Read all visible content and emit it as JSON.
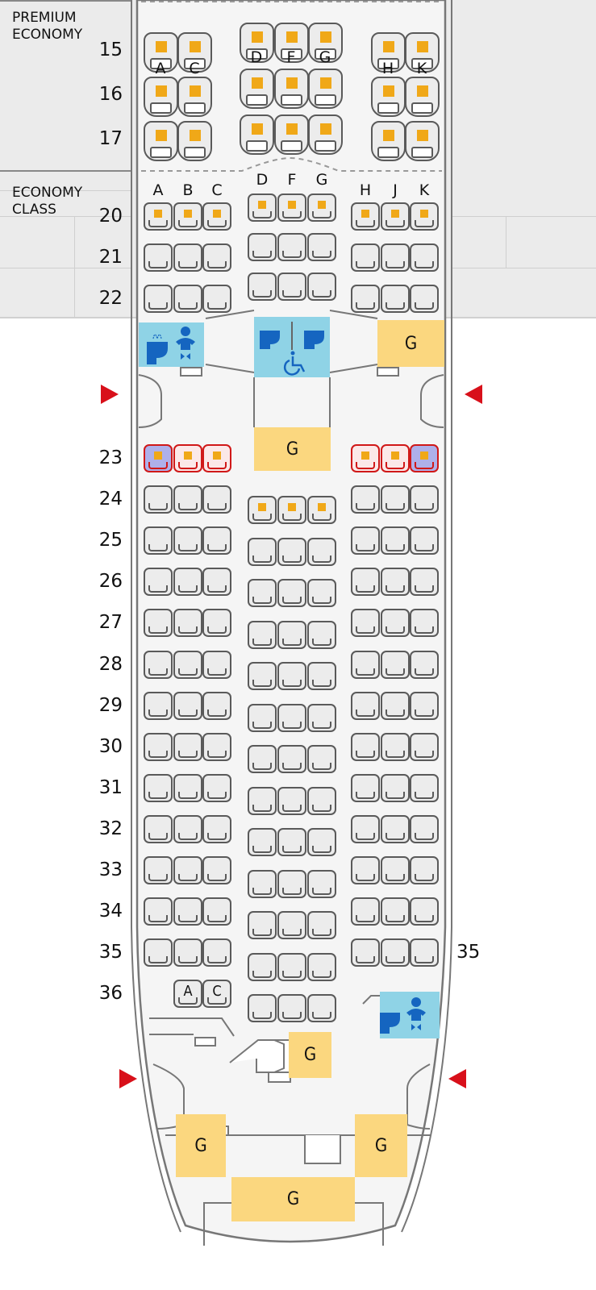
{
  "cabins": {
    "premium": {
      "label_line1": "PREMIUM",
      "label_line2": "ECONOMY"
    },
    "economy": {
      "label_line1": "ECONOMY",
      "label_line2": "CLASS"
    }
  },
  "premium_rows": [
    {
      "row": "15",
      "left": [
        "a",
        "a"
      ],
      "middle": [
        "a",
        "a",
        "a"
      ],
      "right": [
        "a",
        "a"
      ]
    },
    {
      "row": "16",
      "left": [
        "a",
        "a"
      ],
      "middle": [
        "a",
        "a",
        "a"
      ],
      "right": [
        "a",
        "a"
      ]
    },
    {
      "row": "17",
      "left": [
        "a",
        "a"
      ],
      "middle": [
        "a",
        "a",
        "a"
      ],
      "right": [
        "a",
        "a"
      ]
    }
  ],
  "premium_letters": {
    "left": [
      "A",
      "C"
    ],
    "middle": [
      "D",
      "F",
      "G"
    ],
    "right": [
      "H",
      "K"
    ]
  },
  "economy_letters": {
    "left": [
      "A",
      "B",
      "C"
    ],
    "middle": [
      "D",
      "F",
      "G"
    ],
    "right": [
      "H",
      "J",
      "K"
    ]
  },
  "economy_rows": [
    {
      "row": "20",
      "left": [
        "a",
        "a",
        "a"
      ],
      "right": [
        "a",
        "a",
        "a"
      ]
    },
    {
      "row": "21",
      "left": [
        "n",
        "n",
        "n"
      ],
      "right": [
        "n",
        "n",
        "n"
      ]
    },
    {
      "row": "22",
      "left": [
        "n",
        "n",
        "n"
      ],
      "right": [
        "n",
        "n",
        "n"
      ]
    },
    {
      "row": "23",
      "left": [
        "xb",
        "x",
        "x"
      ],
      "right": [
        "x",
        "x",
        "xb"
      ]
    },
    {
      "row": "24",
      "left": [
        "n",
        "n",
        "n"
      ],
      "right": [
        "n",
        "n",
        "n"
      ]
    },
    {
      "row": "25",
      "left": [
        "n",
        "n",
        "n"
      ],
      "right": [
        "n",
        "n",
        "n"
      ]
    },
    {
      "row": "26",
      "left": [
        "n",
        "n",
        "n"
      ],
      "right": [
        "n",
        "n",
        "n"
      ]
    },
    {
      "row": "27",
      "left": [
        "n",
        "n",
        "n"
      ],
      "right": [
        "n",
        "n",
        "n"
      ]
    },
    {
      "row": "28",
      "left": [
        "n",
        "n",
        "n"
      ],
      "right": [
        "n",
        "n",
        "n"
      ]
    },
    {
      "row": "29",
      "left": [
        "n",
        "n",
        "n"
      ],
      "right": [
        "n",
        "n",
        "n"
      ]
    },
    {
      "row": "30",
      "left": [
        "n",
        "n",
        "n"
      ],
      "right": [
        "n",
        "n",
        "n"
      ]
    },
    {
      "row": "31",
      "left": [
        "n",
        "n",
        "n"
      ],
      "right": [
        "n",
        "n",
        "n"
      ]
    },
    {
      "row": "32",
      "left": [
        "n",
        "n",
        "n"
      ],
      "right": [
        "n",
        "n",
        "n"
      ]
    },
    {
      "row": "33",
      "left": [
        "n",
        "n",
        "n"
      ],
      "right": [
        "n",
        "n",
        "n"
      ]
    },
    {
      "row": "34",
      "left": [
        "n",
        "n",
        "n"
      ],
      "right": [
        "n",
        "n",
        "n"
      ]
    },
    {
      "row": "35",
      "left": [
        "n",
        "n",
        "n"
      ],
      "right": [
        "n",
        "n",
        "n"
      ],
      "right_label": "35"
    },
    {
      "row": "36",
      "left": [
        null,
        "A",
        "C"
      ],
      "right": []
    }
  ],
  "middle_front": [
    [
      "a",
      "a",
      "a"
    ],
    [
      "n",
      "n",
      "n"
    ],
    [
      "n",
      "n",
      "n"
    ]
  ],
  "middle_rear": [
    [
      "a",
      "a",
      "a"
    ],
    [
      "n",
      "n",
      "n"
    ],
    [
      "n",
      "n",
      "n"
    ],
    [
      "n",
      "n",
      "n"
    ],
    [
      "n",
      "n",
      "n"
    ],
    [
      "n",
      "n",
      "n"
    ],
    [
      "n",
      "n",
      "n"
    ],
    [
      "n",
      "n",
      "n"
    ],
    [
      "n",
      "n",
      "n"
    ],
    [
      "n",
      "n",
      "n"
    ],
    [
      "n",
      "n",
      "n"
    ],
    [
      "n",
      "n",
      "n"
    ],
    [
      "n",
      "n",
      "n"
    ]
  ],
  "galley_label": "G",
  "colors": {
    "available": "#f0a818",
    "galley": "#fbd77f",
    "lavatory": "#8fd3e6",
    "icon_blue": "#1565c0",
    "exit_arrow": "#d8101a"
  }
}
